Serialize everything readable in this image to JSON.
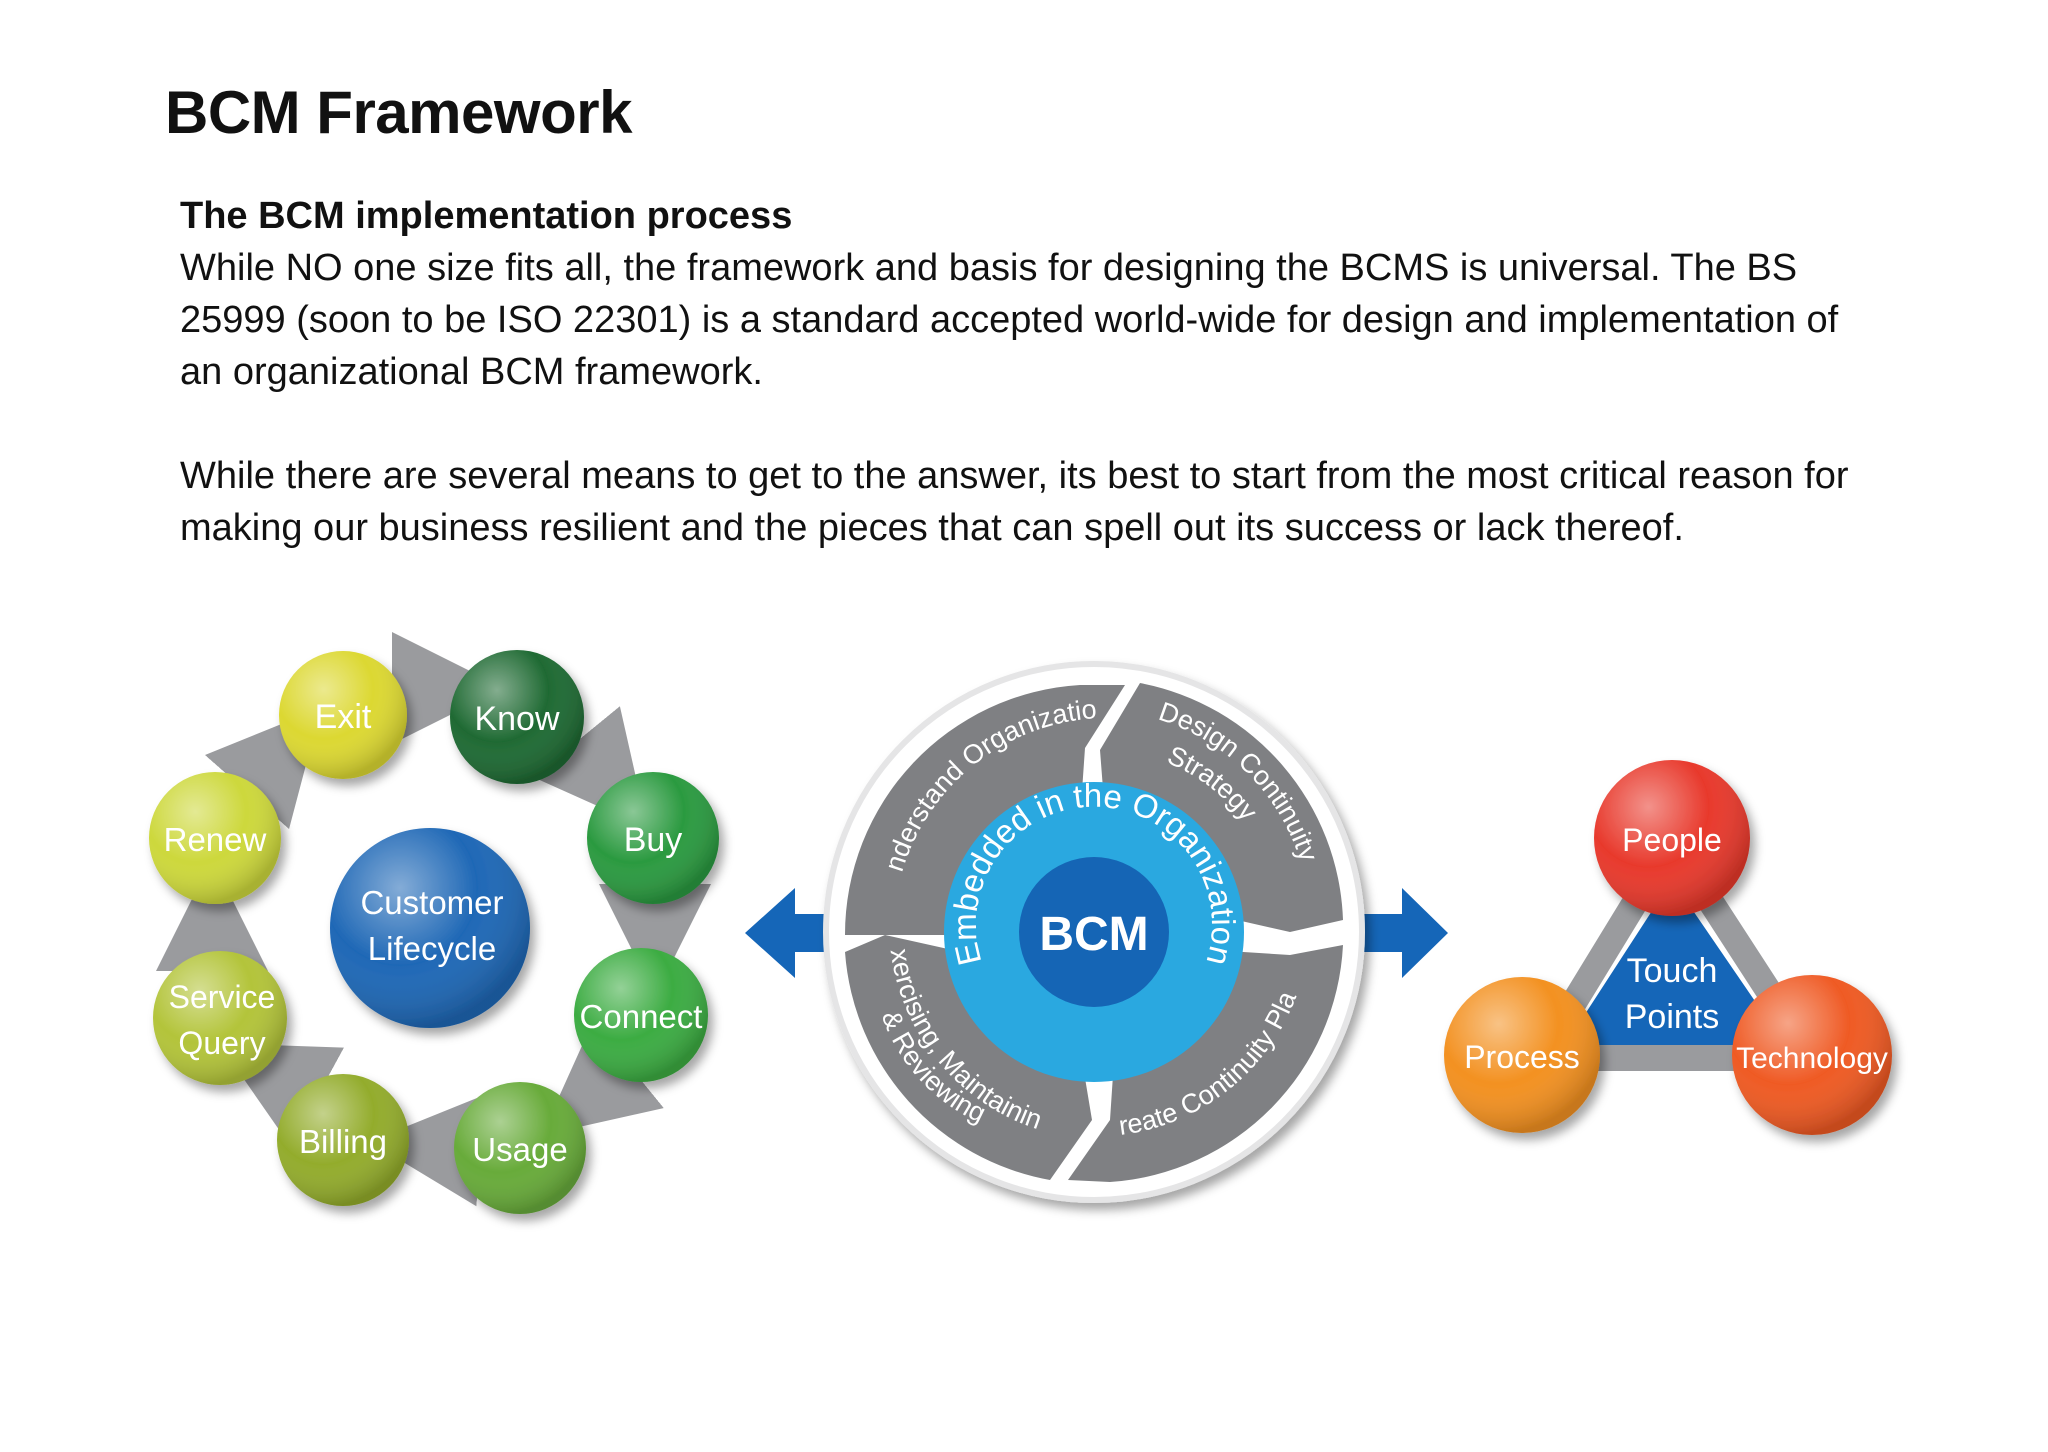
{
  "header": {
    "title": "BCM Framework"
  },
  "content": {
    "subheading": "The BCM implementation process",
    "paragraph1": "While NO one size fits all, the framework and basis for designing the BCMS is universal. The BS 25999 (soon to be ISO 22301) is a standard accepted world-wide for design and implementation of an organizational BCM framework.",
    "paragraph2": "While there are several means to get to the answer, its best to start from the most critical reason for making our business resilient and the pieces that can spell out its success or lack thereof."
  },
  "lifecycle": {
    "center_line1": "Customer",
    "center_line2": "Lifecycle",
    "stages": [
      {
        "line1": "Exit",
        "line2": "",
        "color": "#dcd832"
      },
      {
        "line1": "Know",
        "line2": "",
        "color": "#1f6a33"
      },
      {
        "line1": "Buy",
        "line2": "",
        "color": "#2b9a40"
      },
      {
        "line1": "Connect",
        "line2": "",
        "color": "#3cac42"
      },
      {
        "line1": "Usage",
        "line2": "",
        "color": "#68ab3a"
      },
      {
        "line1": "Billing",
        "line2": "",
        "color": "#93ac2c"
      },
      {
        "line1": "Service",
        "line2": "Query",
        "color": "#b3c43a"
      },
      {
        "line1": "Renew",
        "line2": "",
        "color": "#cdd83c"
      }
    ]
  },
  "bcm": {
    "center": "BCM",
    "ring_text": "Embedded in the Organization",
    "segments": [
      "Understand Organization",
      "Design Continuity",
      "Strategy",
      "Create Continuity Plan",
      "Exercising, Maintaining",
      "& Reviewing"
    ]
  },
  "touch_points": {
    "center_line1": "Touch",
    "center_line2": "Points",
    "people": "People",
    "process": "Process",
    "technology": "Technology"
  },
  "colors": {
    "arrow_blue": "#1566b8",
    "bcm_ring": "#2aa8e0",
    "bcm_core": "#1565b5",
    "segment_gray": "#7f8083"
  }
}
